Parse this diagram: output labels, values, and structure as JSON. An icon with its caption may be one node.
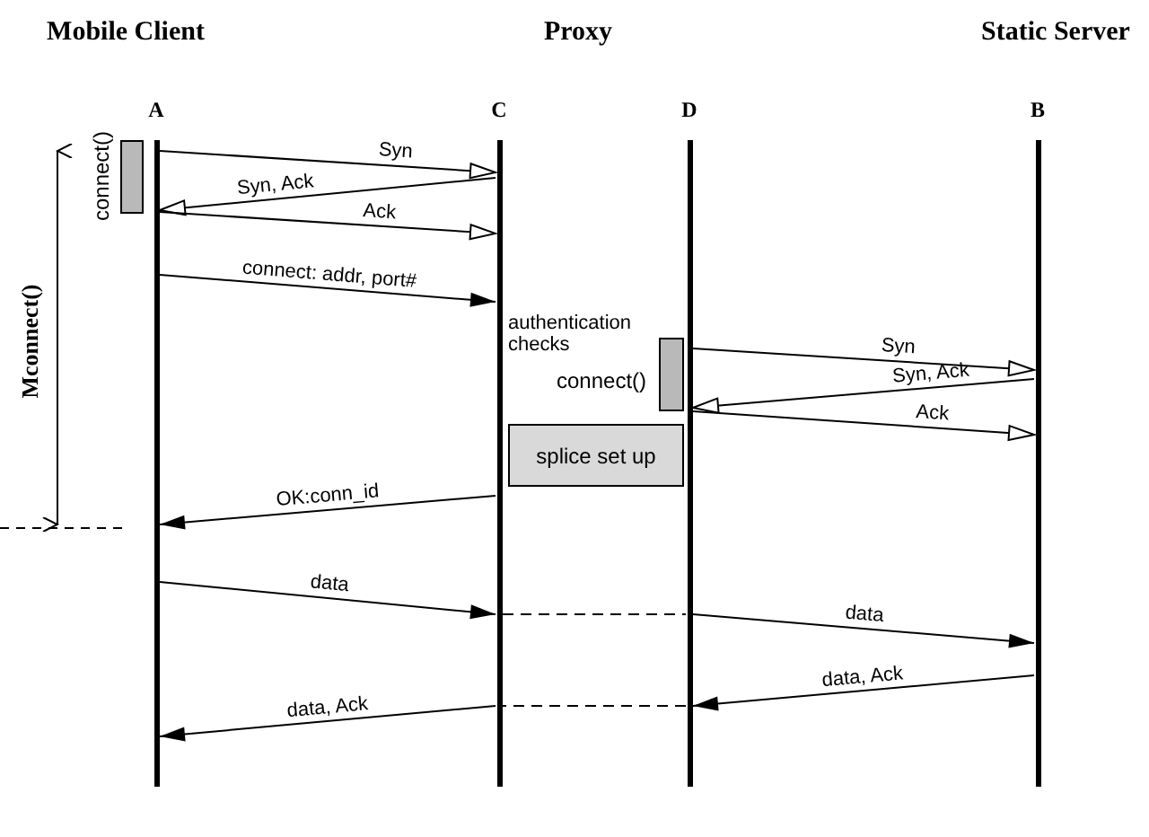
{
  "diagram": {
    "nodes": [
      {
        "text": [
          "A"
        ]
      },
      {
        "text": [
          "C"
        ]
      },
      {
        "text": [
          "D"
        ]
      },
      {
        "text": [
          "B"
        ]
      },
      {
        "text": [],
        "shape": "bar",
        "beside": [
          "connect()"
        ]
      },
      {
        "text": [],
        "shape": "bar",
        "beside": [
          "connect()"
        ]
      },
      {
        "text": [
          "splice set up"
        ]
      }
    ],
    "edges": [
      {
        "from": 0,
        "to": 1,
        "arrow": "to",
        "label": "Syn"
      },
      {
        "from": 1,
        "to": 0,
        "arrow": "to",
        "label": "Syn, Ack"
      },
      {
        "from": 0,
        "to": 1,
        "arrow": "to",
        "label": "Ack"
      },
      {
        "from": 0,
        "to": 1,
        "arrow": "to",
        "label": "connect: addr, port#"
      },
      {
        "from": 2,
        "to": 3,
        "arrow": "to",
        "label": "Syn"
      },
      {
        "from": 3,
        "to": 2,
        "arrow": "to",
        "label": "Syn, Ack"
      },
      {
        "from": 2,
        "to": 3,
        "arrow": "to",
        "label": "Ack"
      },
      {
        "from": 1,
        "to": 0,
        "arrow": "to",
        "label": "OK:conn_id"
      },
      {
        "from": 0,
        "to": 1,
        "arrow": "to",
        "label": "data"
      },
      {
        "from": 1,
        "to": 2,
        "arrow": "none",
        "style": "dashed"
      },
      {
        "from": 2,
        "to": 3,
        "arrow": "to",
        "label": "data"
      },
      {
        "from": 3,
        "to": 2,
        "arrow": "to",
        "label": "data, Ack"
      },
      {
        "from": 2,
        "to": 1,
        "arrow": "none",
        "style": "dashed"
      },
      {
        "from": 1,
        "to": 0,
        "arrow": "to",
        "label": "data, Ack"
      }
    ],
    "labels": [
      "Mobile Client",
      "Proxy",
      "Static Server",
      "Mconnect()",
      "authentication checks"
    ]
  }
}
